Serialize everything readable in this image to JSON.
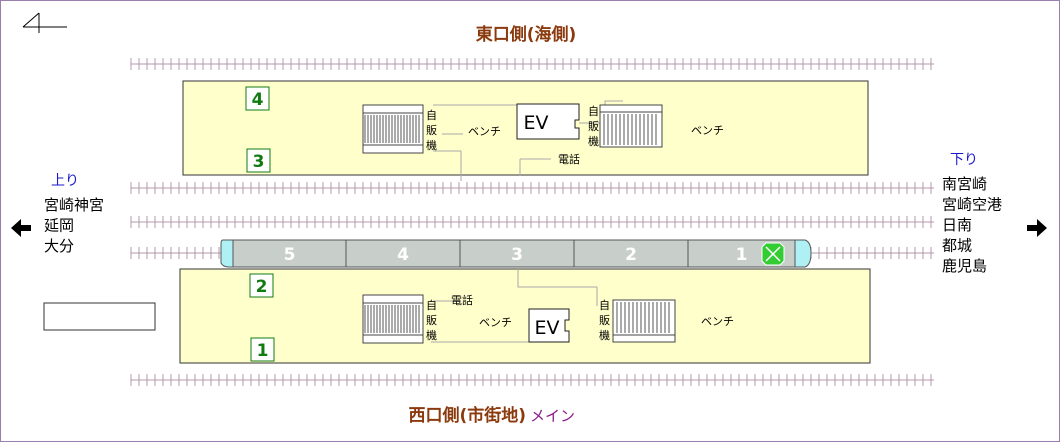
{
  "side_labels": {
    "east": "東口側(海側)",
    "west_main": "西口側(市街地)",
    "west_suffix": "メイン"
  },
  "direction": {
    "up": {
      "label": "上り",
      "destinations": [
        "宮崎神宮",
        "延岡",
        "大分"
      ]
    },
    "down": {
      "label": "下り",
      "destinations": [
        "南宮崎",
        "宮崎空港",
        "日南",
        "都城",
        "鹿児島"
      ]
    }
  },
  "tracks": [
    "4",
    "3",
    "2",
    "1"
  ],
  "train_cars": [
    "5",
    "4",
    "3",
    "2",
    "1"
  ],
  "facilities": {
    "ev": "EV",
    "vending": "自販機",
    "bench": "ベンチ",
    "phone": "電話"
  },
  "colors": {
    "platform": "#ffffcc",
    "label_brown": "#8b3a0e",
    "label_purple": "#8a1a8a",
    "dir_blue": "#1a1acc",
    "track_green": "#117a11",
    "train": "#c8cfcb",
    "rail": "#b39aa8"
  }
}
